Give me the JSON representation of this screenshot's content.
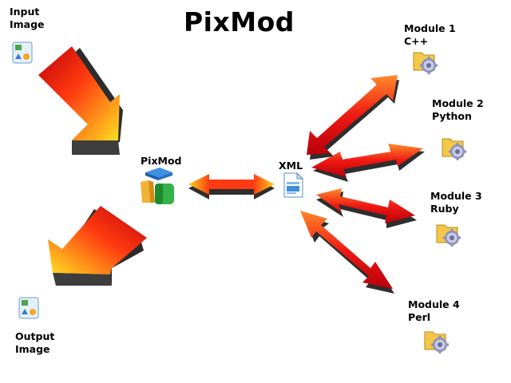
{
  "title": "PixMod",
  "nodes": {
    "input": {
      "line1": "Input",
      "line2": "Image"
    },
    "output": {
      "line1": "Output",
      "line2": "Image"
    },
    "core": {
      "label": "PixMod"
    },
    "xml": {
      "label": "XML"
    },
    "modules": [
      {
        "name": "Module 1",
        "language": "C++"
      },
      {
        "name": "Module 2",
        "language": "Python"
      },
      {
        "name": "Module 3",
        "language": "Ruby"
      },
      {
        "name": "Module 4",
        "language": "Perl"
      }
    ]
  },
  "colors": {
    "arrow_hot": "#e8101a",
    "arrow_warm": "#ff7a1c",
    "arrow_yellow": "#ffd21a",
    "arrow_shadow": "#3a3a3a"
  },
  "icons": {
    "input": "image-file-icon",
    "output": "image-file-icon",
    "core": "pixmod-blocks-icon",
    "xml": "xml-document-icon",
    "module": "gear-folder-icon"
  }
}
